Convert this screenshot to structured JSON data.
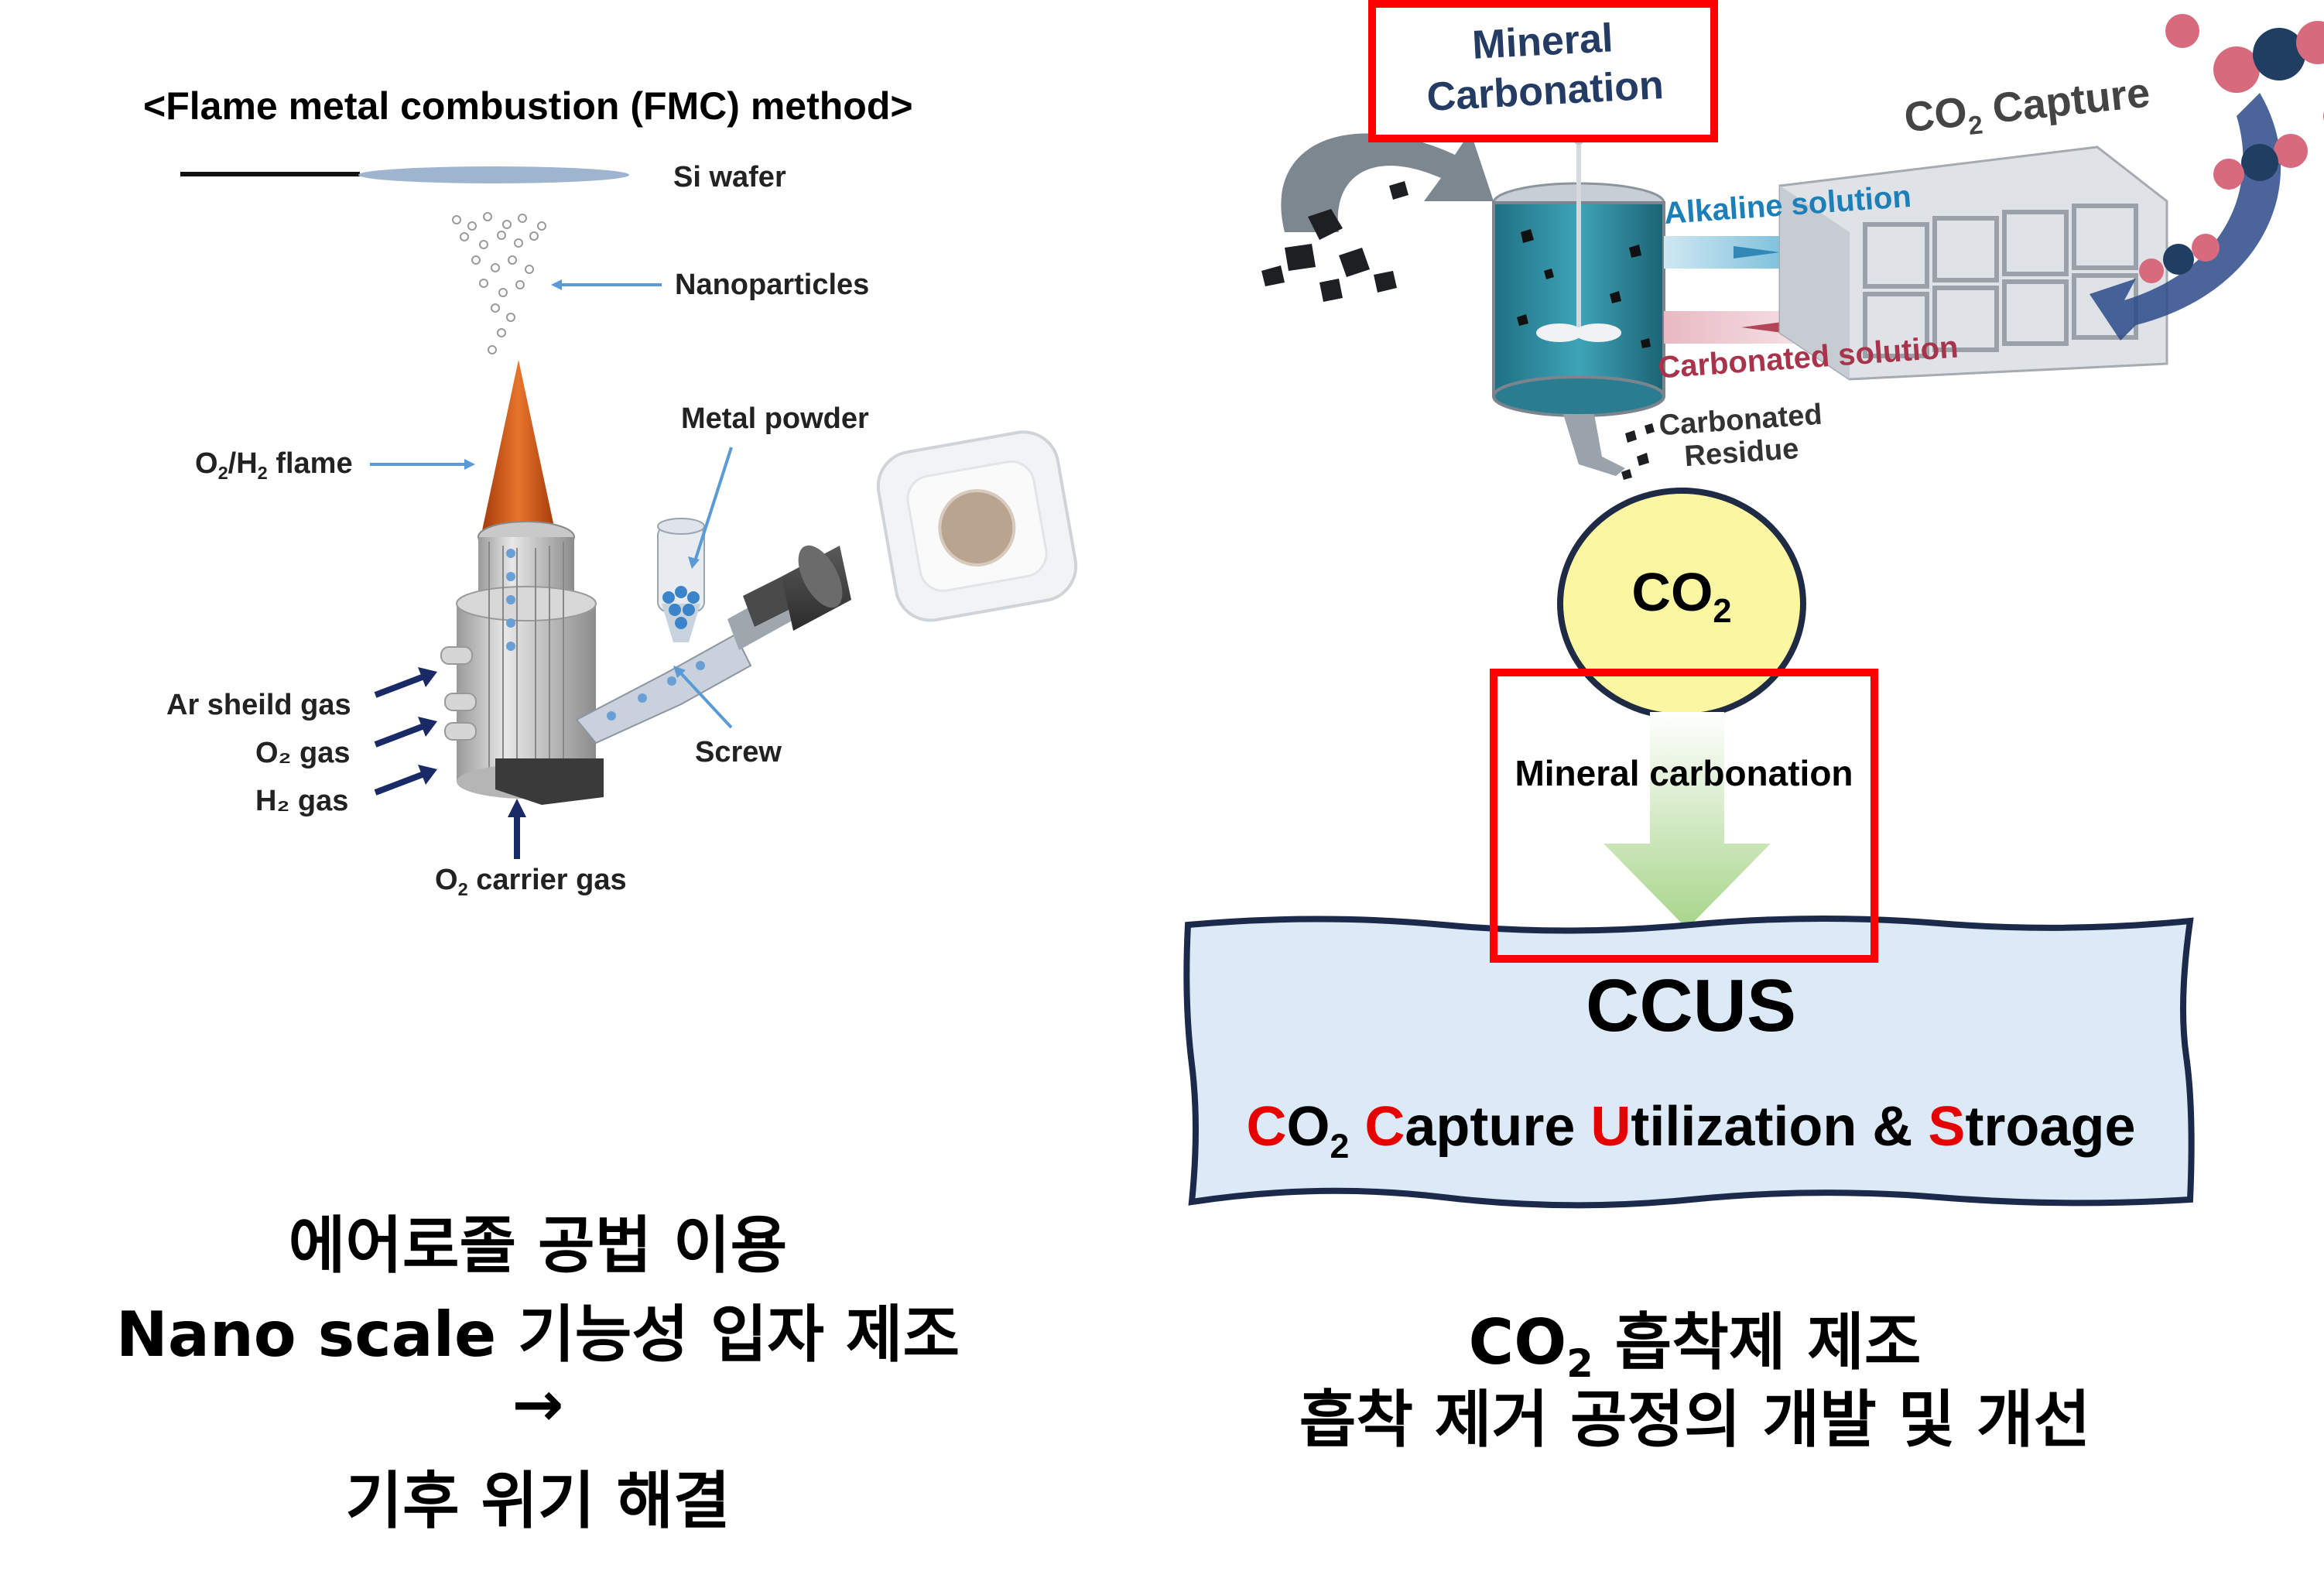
{
  "left": {
    "title": "<Flame metal combustion (FMC) method>",
    "labels": {
      "si_wafer": "Si wafer",
      "nanoparticles": "Nanoparticles",
      "flame_a": "O",
      "flame_sub1": "2",
      "flame_b": "/H",
      "flame_sub2": "2",
      "flame_c": " flame",
      "metal_powder": "Metal powder",
      "ar_gas": "Ar sheild gas",
      "o2_gas": "O₂ gas",
      "h2_gas": "H₂ gas",
      "screw": "Screw",
      "carrier_a": "O",
      "carrier_sub": "2",
      "carrier_b": " carrier gas"
    },
    "caption": {
      "line1": "에어로졸 공법 이용",
      "line2": "Nano scale 기능성 입자 제조",
      "arrow": "→",
      "line4": "기후 위기 해결"
    }
  },
  "right": {
    "box_label_line1": "Mineral",
    "box_label_line2": "Carbonation",
    "co2_capture_a": "CO",
    "co2_capture_sub": "2",
    "co2_capture_b": " Capture",
    "alkaline": "Alkaline solution",
    "carbonated_solution": "Carbonated solution",
    "carbonated_residue_1": "Carbonated",
    "carbonated_residue_2": "Residue",
    "co2_circle_a": "CO",
    "co2_circle_sub": "2",
    "arrow_label": "Mineral carbonation",
    "ccus_title": "CCUS",
    "ccus_sub": {
      "c1": "C",
      "o2": "O",
      "o2_sub": "2",
      "c2": "C",
      "apture": "apture ",
      "u": "U",
      "tilization": "tilization & ",
      "s": "S",
      "troage": "troage"
    },
    "caption": {
      "line1_a": "CO",
      "line1_sub": "2",
      "line1_b": " 흡착제 제조",
      "line2": "흡착 제거 공정의 개발 및 개선"
    }
  },
  "colors": {
    "highlight_red": "#ff0000",
    "ccus_fill": "#dce9f6",
    "co2_circle": "#fbf6a2",
    "arrow_green": "#a7d58a",
    "alkaline_text": "#1d7fb8",
    "carbonated_text": "#a8344c",
    "accent_red_text": "#e60000"
  }
}
